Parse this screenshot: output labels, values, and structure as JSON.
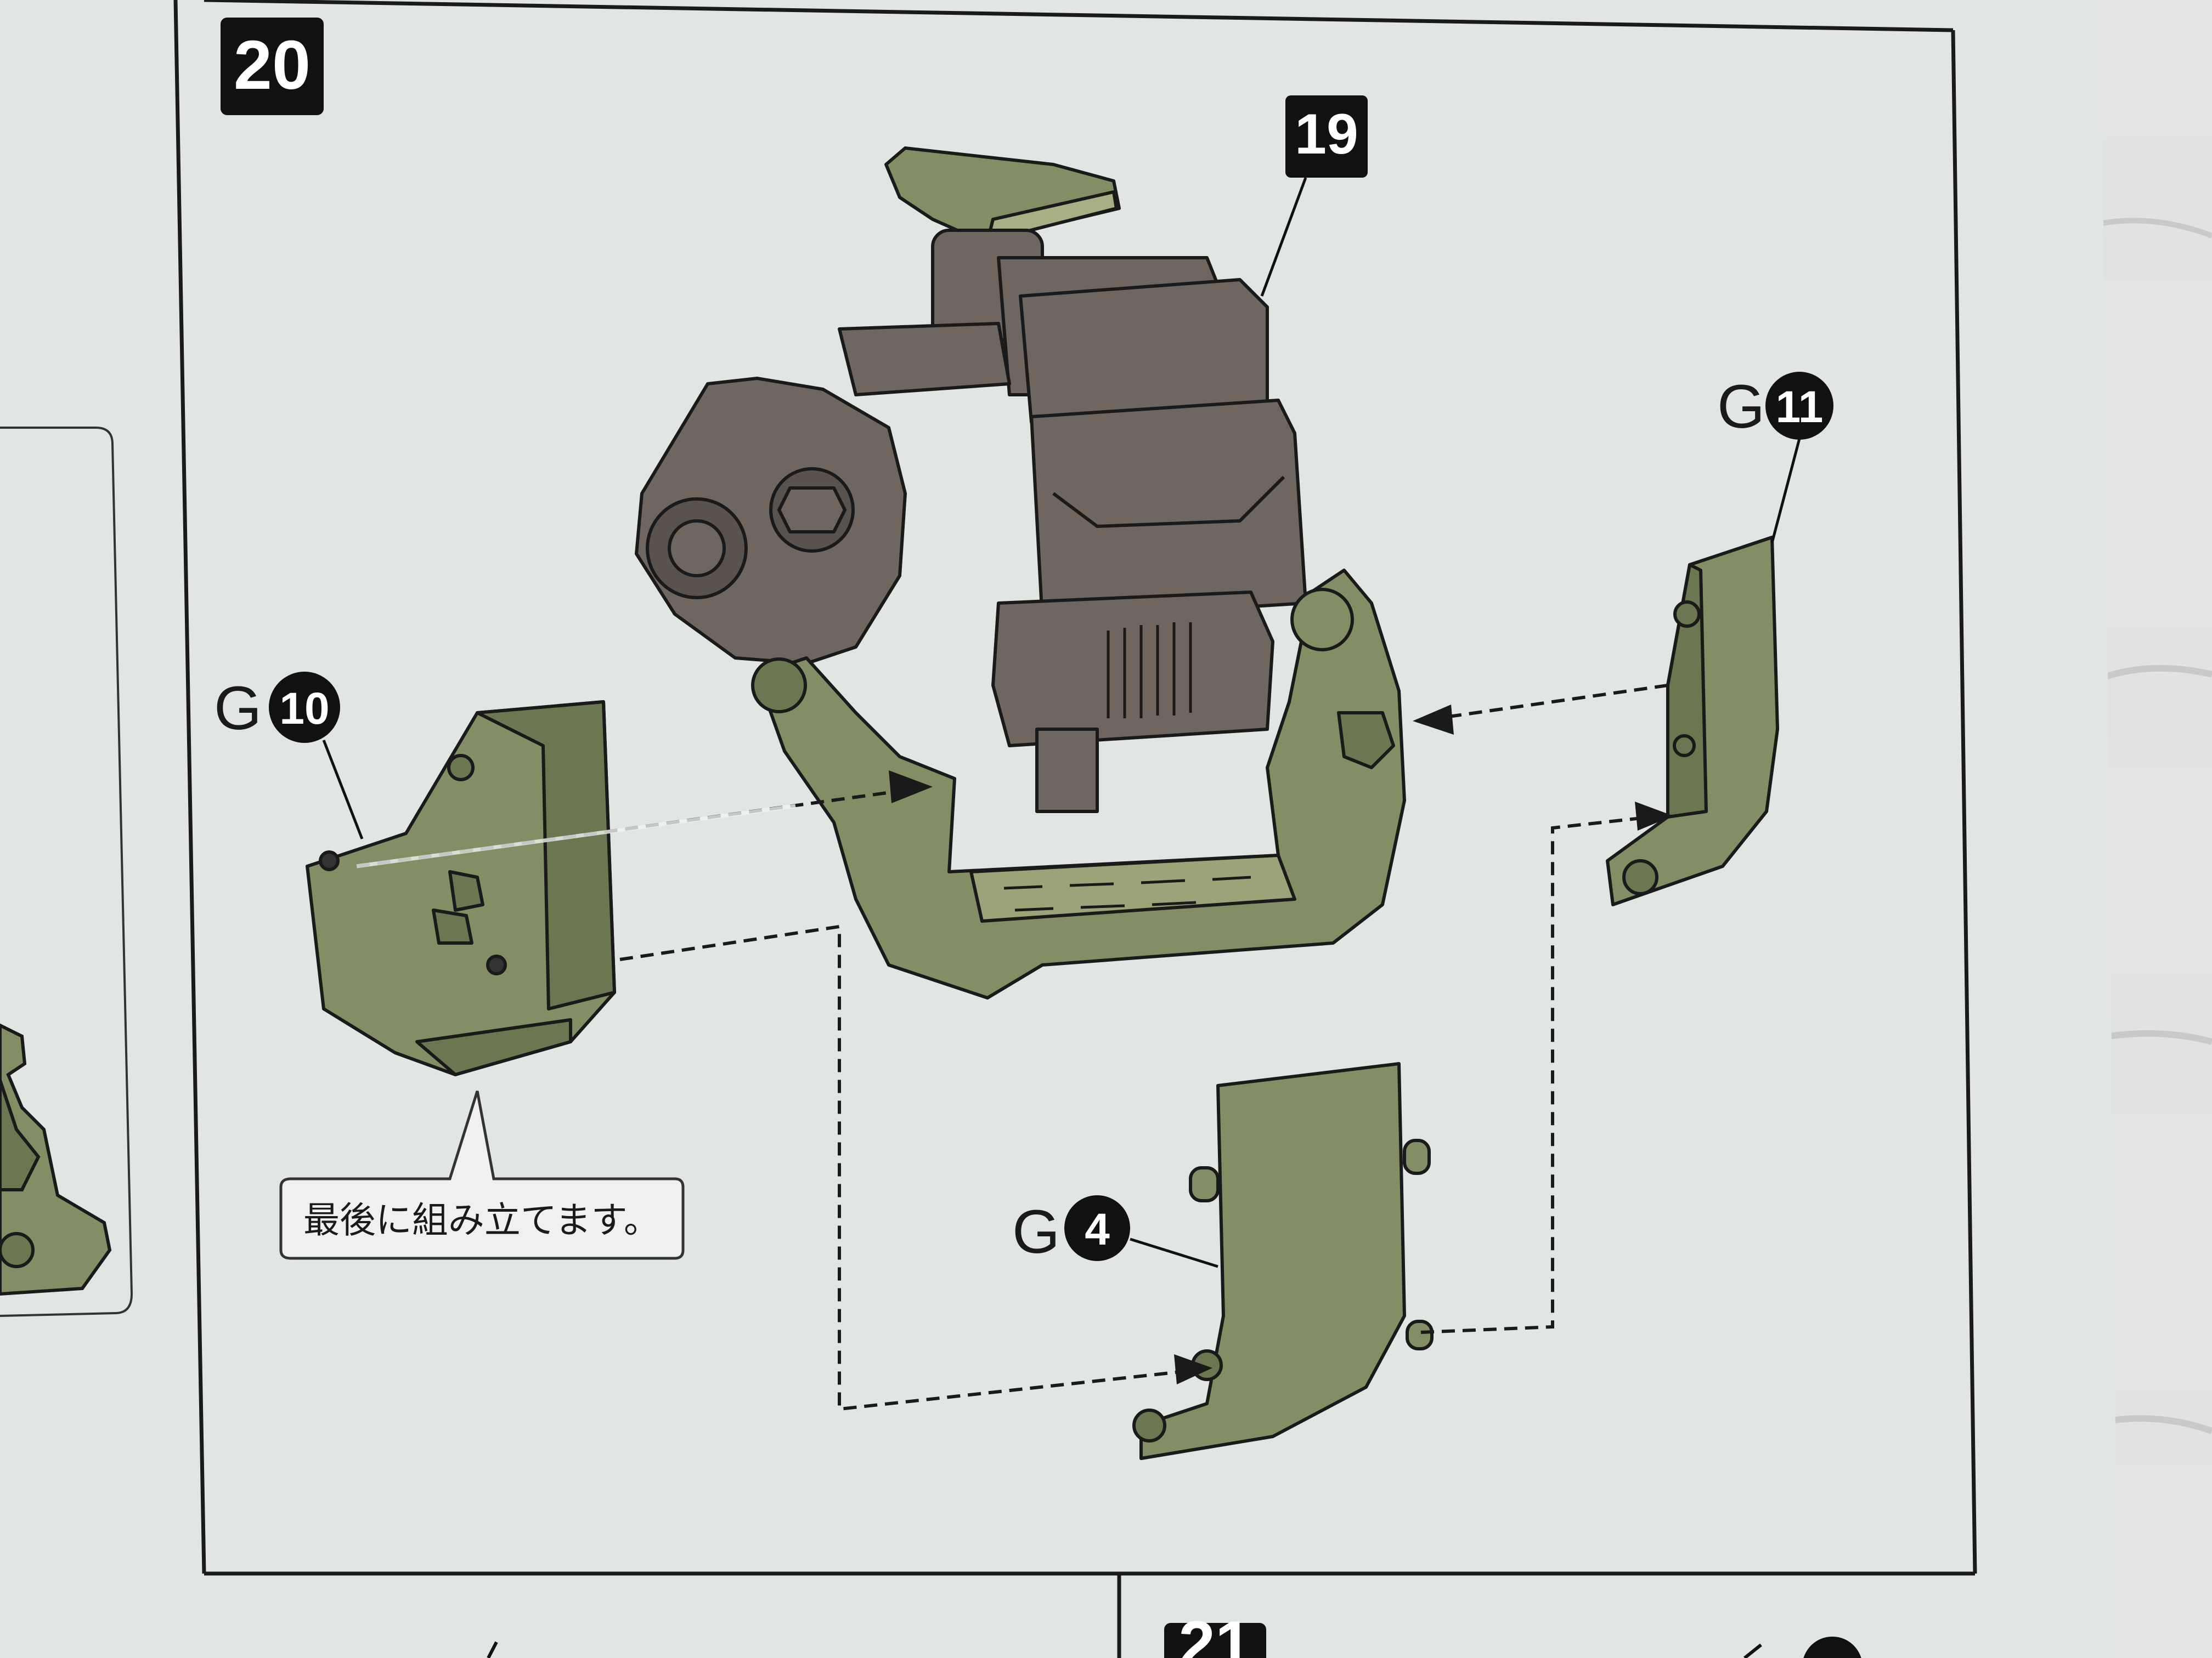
{
  "step": {
    "number": "20"
  },
  "prev_step": {
    "number": "19"
  },
  "next_step": {
    "number": "21"
  },
  "parts": [
    {
      "runner": "G",
      "number": "10"
    },
    {
      "runner": "G",
      "number": "11"
    },
    {
      "runner": "G",
      "number": "4"
    }
  ],
  "note": "最後に組み立てます。",
  "colors": {
    "paper": "#dfe4e1",
    "part_green": "#838e64",
    "part_green_dark": "#6b7750",
    "mech_gray": "#6f6660",
    "mech_gray_dark": "#4f4844",
    "line": "#1a1a1a"
  }
}
